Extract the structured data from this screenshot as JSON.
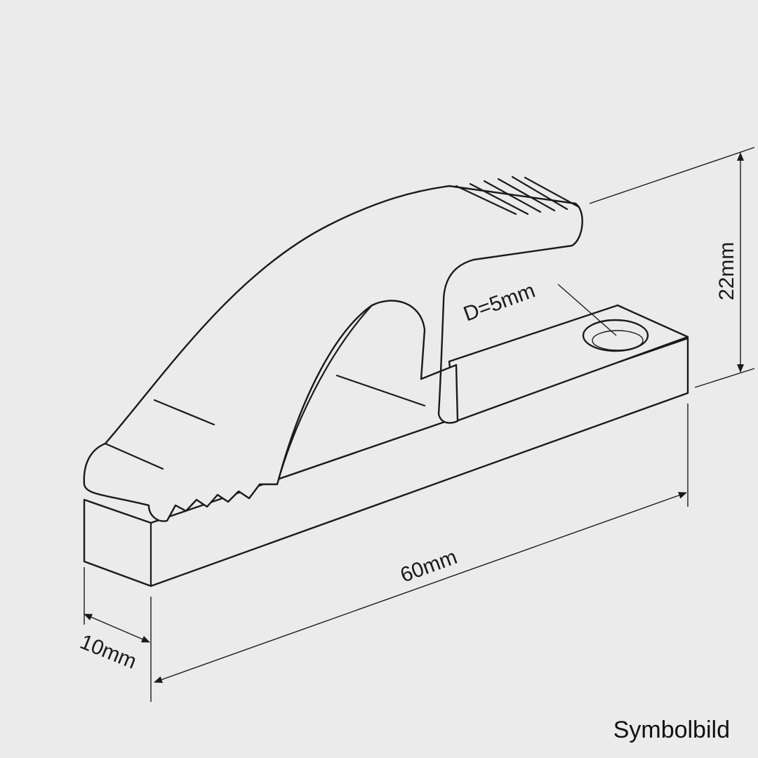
{
  "labels": {
    "hole_diameter": "D=5mm",
    "height": "22mm",
    "length": "60mm",
    "width": "10mm"
  },
  "caption": "Symbolbild"
}
